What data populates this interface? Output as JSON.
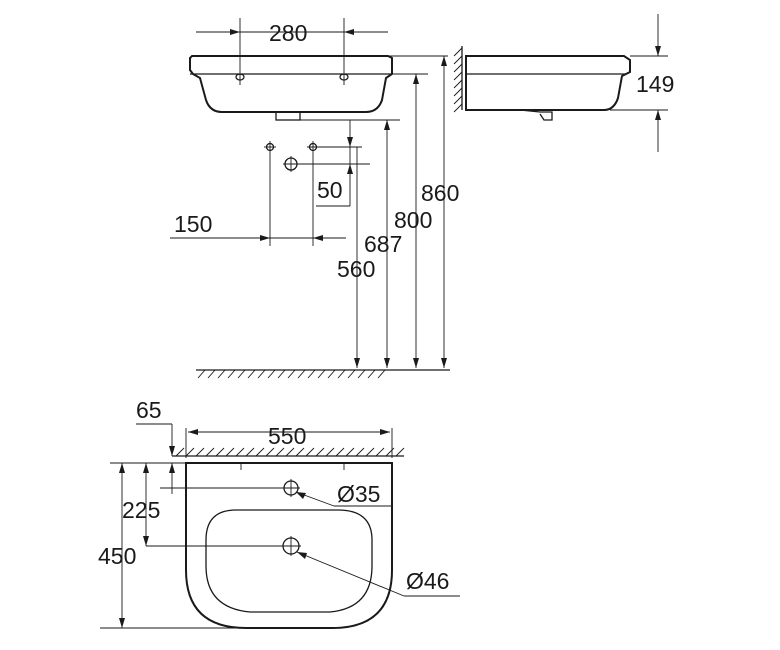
{
  "dimensions": {
    "tap_hole_spacing": "280",
    "basin_depth": "149",
    "rim_height": "860",
    "basin_bottom_height": "800",
    "waste_height": "687",
    "supply_height": "560",
    "supply_offset": "50",
    "supply_spacing": "150",
    "width": "550",
    "wall_gap": "65",
    "tap_hole_distance": "225",
    "projection": "450",
    "tap_hole_diameter": "Ø35",
    "waste_diameter": "Ø46"
  }
}
